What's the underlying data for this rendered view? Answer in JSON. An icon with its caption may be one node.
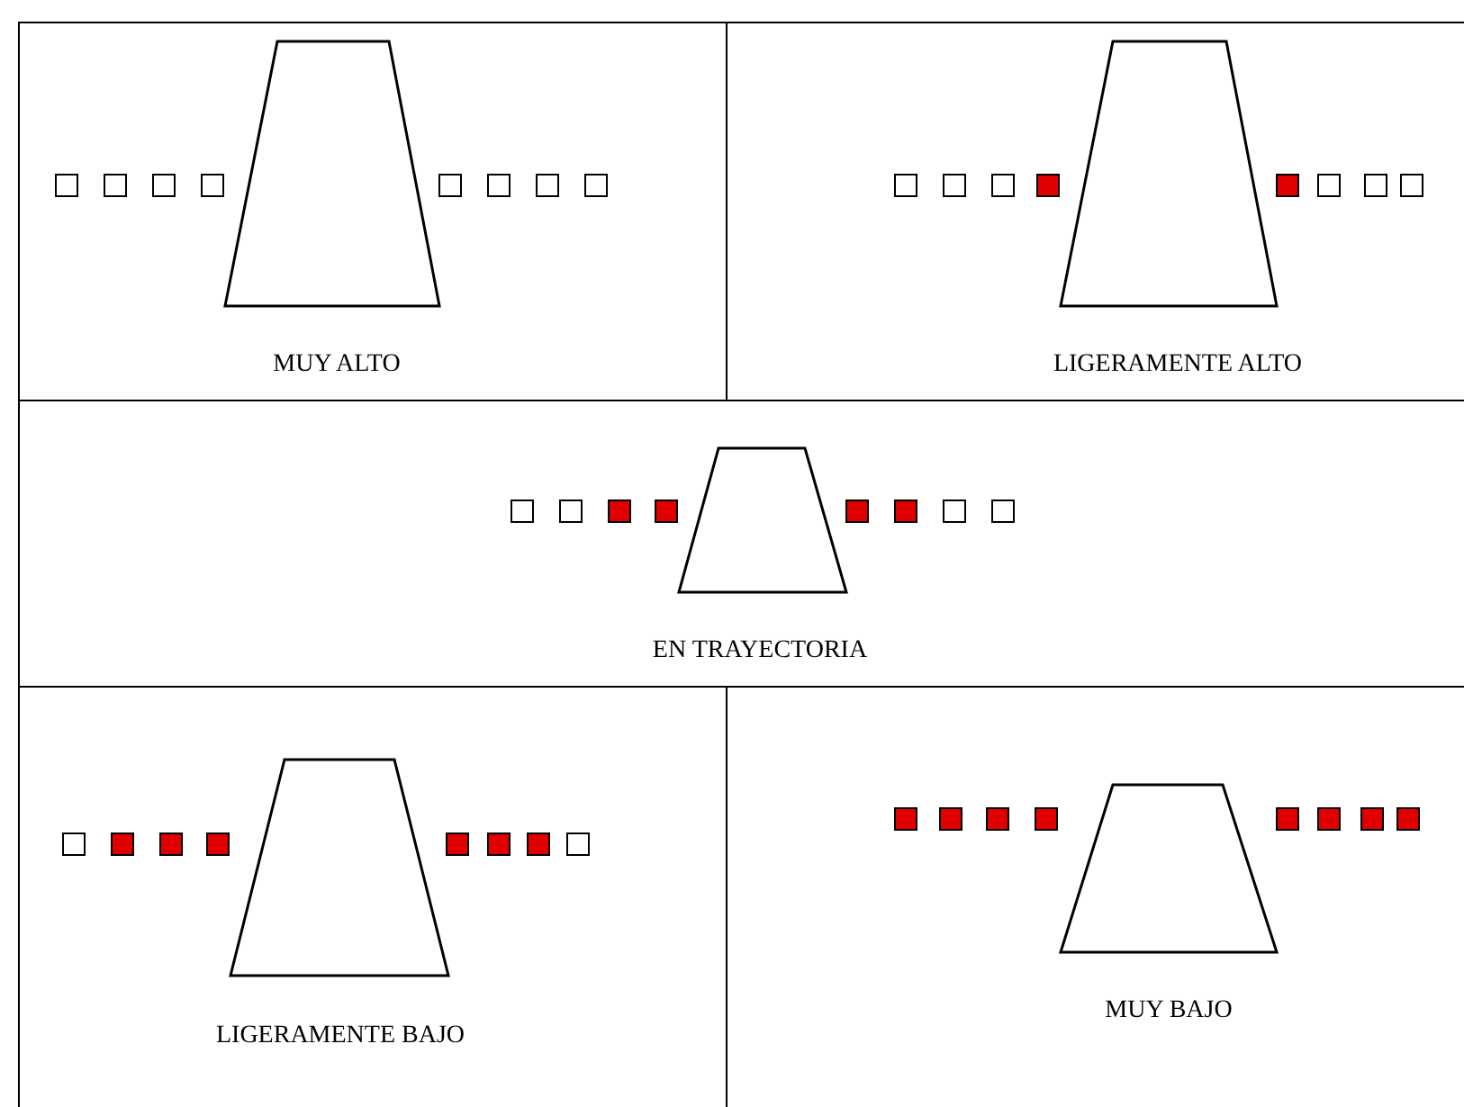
{
  "diagram": {
    "nodes": [
      {
        "text": [
          "MUY ALTO"
        ]
      },
      {
        "text": [
          "LIGERAMENTE ALTO"
        ]
      },
      {
        "text": [
          "EN TRAYECTORIA"
        ]
      },
      {
        "text": [
          "LIGERAMENTE BAJO"
        ]
      },
      {
        "text": [
          "MUY BAJO"
        ]
      }
    ]
  }
}
